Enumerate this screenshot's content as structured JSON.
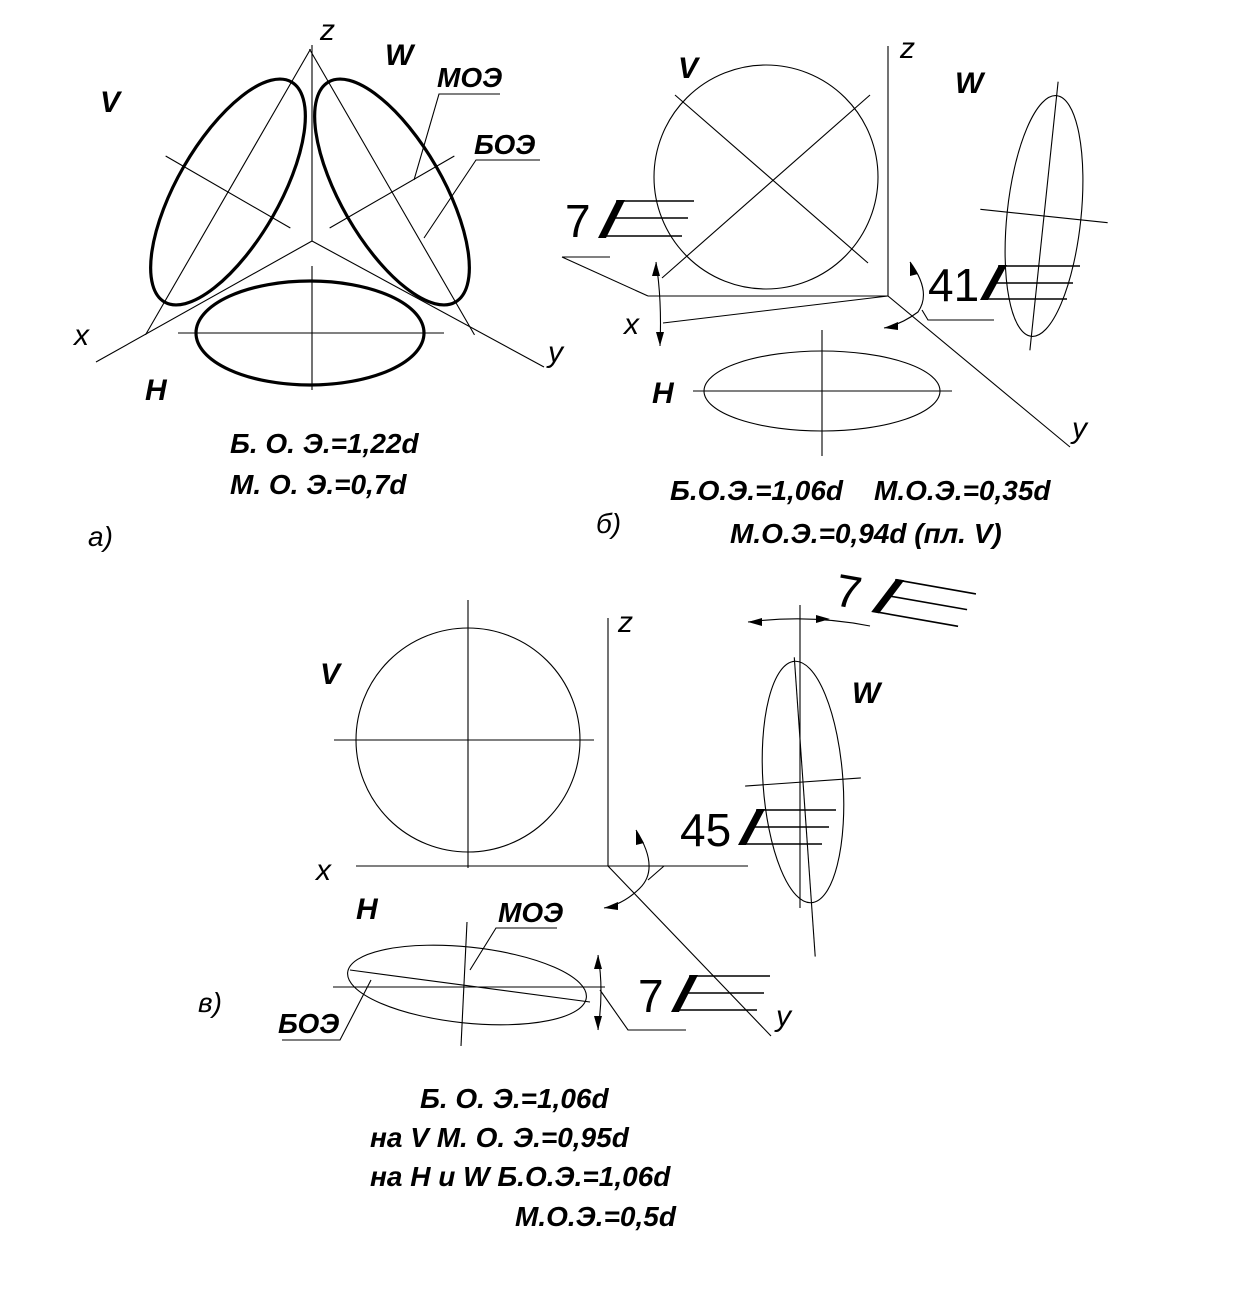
{
  "diagram_a": {
    "axes": {
      "z": "z",
      "x": "x",
      "y": "y"
    },
    "planes": {
      "V": "V",
      "W": "W",
      "H": "H"
    },
    "leaders": {
      "minor_axis": "МОЭ",
      "major_axis": "БОЭ"
    },
    "notes": [
      "Б. О. Э.=1,22d",
      "М. О. Э.=0,7d"
    ],
    "label": "а)"
  },
  "diagram_b": {
    "axes": {
      "z": "z",
      "x": "x",
      "y": "y"
    },
    "planes": {
      "V": "V",
      "W": "W",
      "H": "H"
    },
    "slopes": {
      "left": "7",
      "right": "41"
    },
    "notes": {
      "major": "Б.О.Э.=1,06d",
      "minor": "М.О.Э.=0,35d",
      "minor_v": "М.О.Э.=0,94d (пл. V)"
    },
    "label": "б)"
  },
  "diagram_c": {
    "axes": {
      "z": "z",
      "x": "x",
      "y": "y"
    },
    "planes": {
      "V": "V",
      "W": "W",
      "H": "H"
    },
    "slopes": {
      "top": "7",
      "middle": "45",
      "bottom": "7"
    },
    "leaders": {
      "minor_axis": "МОЭ",
      "major_axis": "БОЭ"
    },
    "notes": [
      "Б. О. Э.=1,06d",
      "на V М. О. Э.=0,95d",
      "на H и W Б.О.Э.=1,06d",
      "М.О.Э.=0,5d"
    ],
    "label": "в)"
  }
}
